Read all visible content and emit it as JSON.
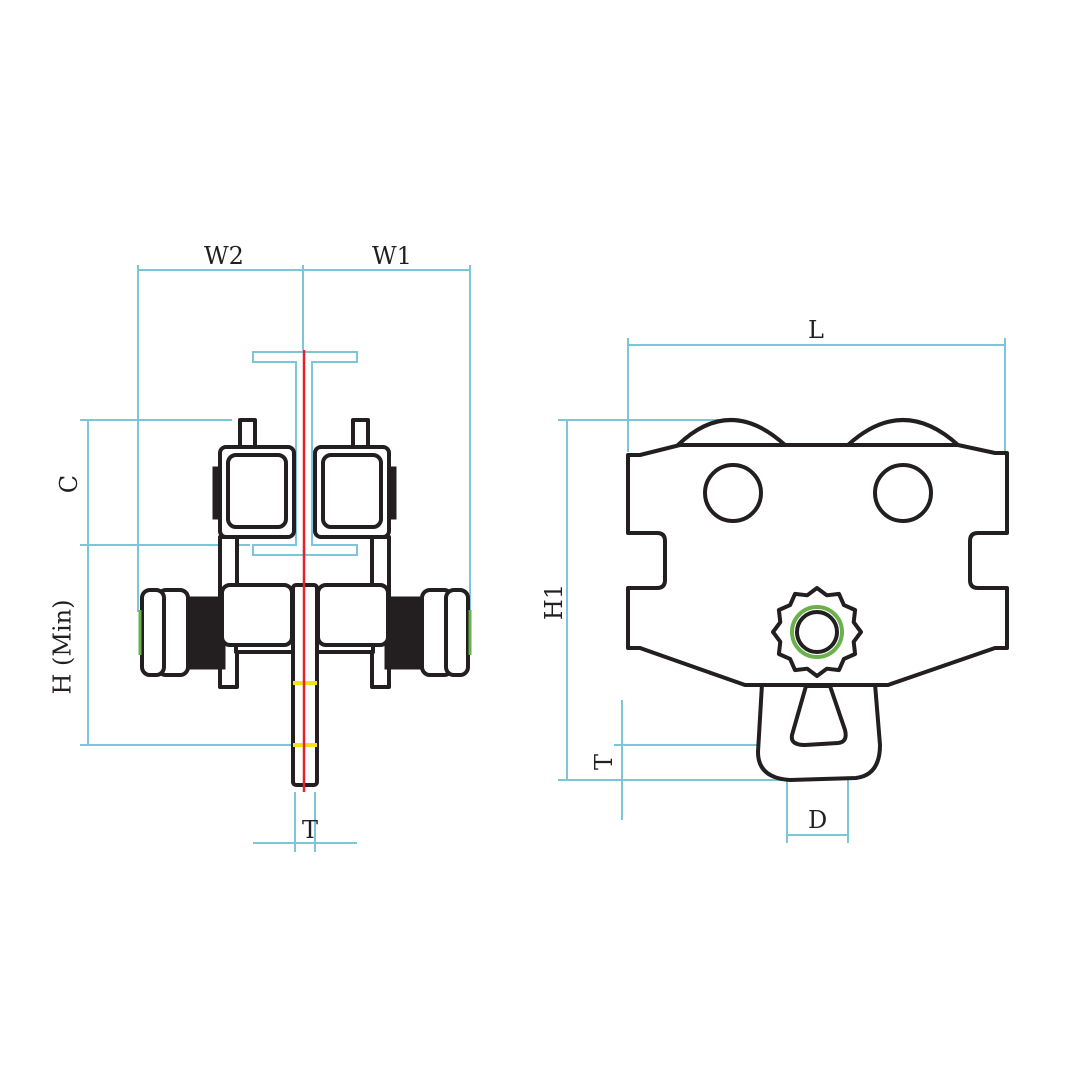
{
  "side_view": {
    "labels": {
      "w2": "W2",
      "w1": "W1",
      "c": "C",
      "h_min": "H (Min)",
      "t": "T"
    }
  },
  "front_view": {
    "labels": {
      "l": "L",
      "h1": "H1",
      "t": "T",
      "d": "D"
    }
  },
  "colors": {
    "dimension": "#7cc6d8",
    "ink": "#231f20",
    "centerline": "#e8202a",
    "washer_green": "#6ab04c",
    "marker_yellow": "#f2e21a"
  }
}
